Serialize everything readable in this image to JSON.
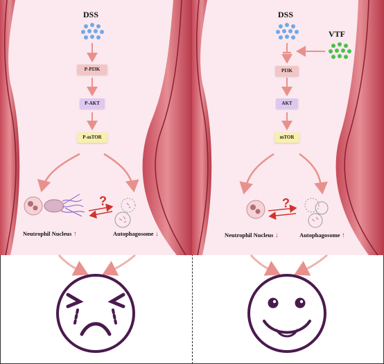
{
  "left_panel": {
    "stimulus": "DSS",
    "pathway": [
      "P-PI3K",
      "P-AKT",
      "P-mTOR"
    ],
    "question_mark": "?",
    "neutrophil_label": "Neutrophil Nucleus",
    "neutrophil_trend": "up",
    "autophagosome_label": "Autophagosome",
    "autophagosome_trend": "down",
    "face": "sad"
  },
  "right_panel": {
    "stimulus": "DSS",
    "inhibitor": "VTF",
    "pathway": [
      "PI3K",
      "AKT",
      "mTOR"
    ],
    "question_mark": "?",
    "neutrophil_label": "Neutrophil Nucleus",
    "neutrophil_trend": "down",
    "autophagosome_label": "Autophagosome",
    "autophagosome_trend": "up",
    "face": "happy"
  },
  "colors": {
    "pink_box": "#f3c6c6",
    "lavender_box": "#dec8f0",
    "yellow_box": "#f7efb0",
    "dss_dots": "#6fa8e8",
    "vtf_dots": "#4cc04a",
    "arrow": "#e89a95",
    "trend_arrow": "#d0332b",
    "face": "#4a1a4e"
  }
}
